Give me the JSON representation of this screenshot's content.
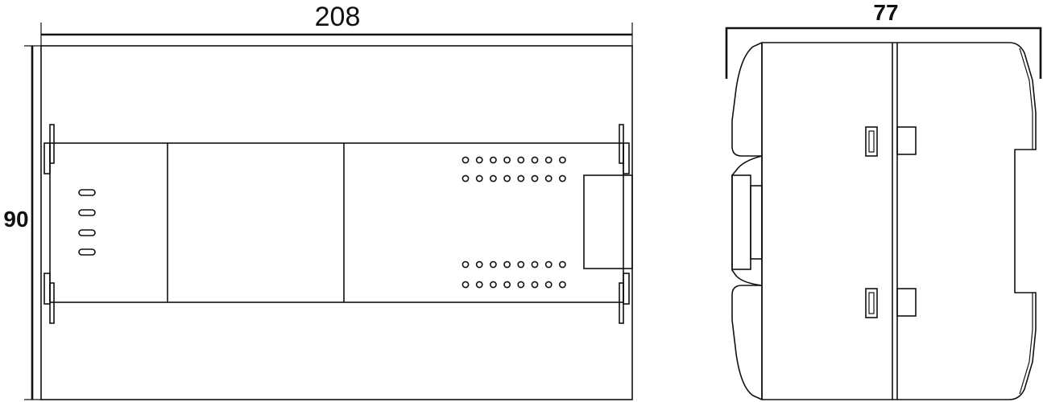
{
  "dimensions": {
    "width": "208",
    "height": "90",
    "depth": "77"
  },
  "colors": {
    "line": "#111111",
    "background": "#ffffff"
  }
}
